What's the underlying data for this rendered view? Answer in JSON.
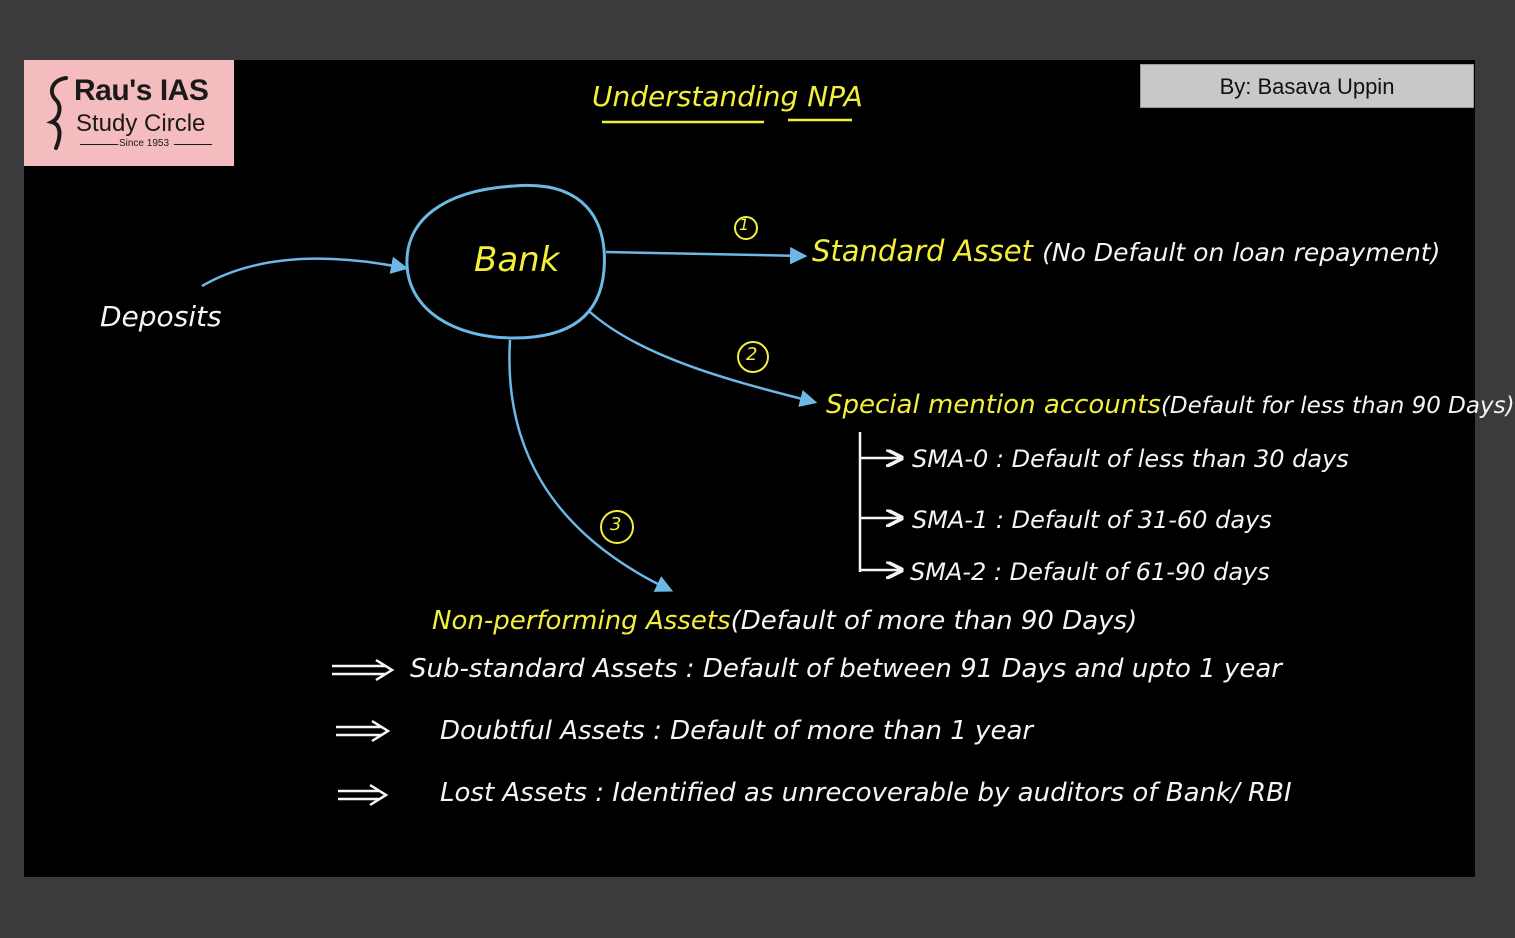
{
  "header": {
    "logo_brand": "Rau's IAS",
    "logo_sub": "Study Circle",
    "logo_since": "Since 1953",
    "title": "Understanding NPA",
    "author": "By: Basava Uppin"
  },
  "diagram": {
    "inflow_label": "Deposits",
    "center_label": "Bank",
    "branches": [
      {
        "number": "1",
        "label": "Standard Asset",
        "detail": "(No Default on loan repayment)"
      },
      {
        "number": "2",
        "label": "Special mention accounts",
        "detail": "(Default for less than 90 Days)"
      },
      {
        "number": "3",
        "label": "Non-performing Assets",
        "detail": "(Default of more than 90 Days)"
      }
    ],
    "sma_items": [
      "SMA-0 : Default of less than 30 days",
      "SMA-1 : Default of 31-60 days",
      "SMA-2 : Default of 61-90 days"
    ],
    "npa_items": [
      "Sub-standard Assets : Default of between 91 Days and upto 1 year",
      "Doubtful Assets : Default of more than 1 year",
      "Lost Assets : Identified as unrecoverable by auditors of Bank/ RBI"
    ]
  },
  "colors": {
    "board": "#000000",
    "arrows": "#6cb8e6",
    "highlight": "#f4ef3a",
    "ink": "#f5f5f5",
    "logo_bg": "#f4bcbe"
  }
}
